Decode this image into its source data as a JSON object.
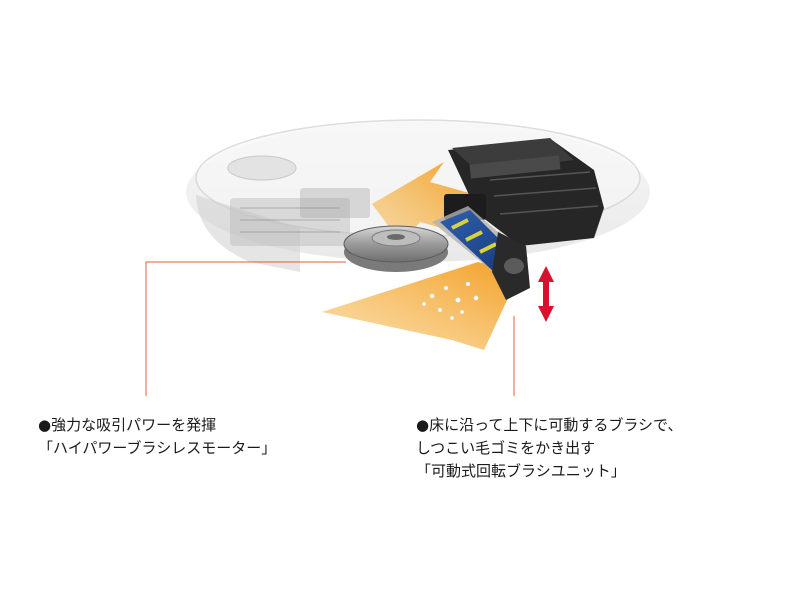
{
  "colors": {
    "airflow": "#f4a92c",
    "leader_line": "#d9623a",
    "motion_arrow": "#d8122e",
    "robot_body": "#e9e9e9"
  },
  "callouts": [
    {
      "lines": [
        "●強力な吸引パワーを発揮",
        "「ハイパワーブラシレスモーター」"
      ]
    },
    {
      "lines": [
        "●床に沿って上下に可動するブラシで、",
        "しつこい毛ゴミをかき出す",
        "「可動式回転ブラシユニット」"
      ]
    }
  ]
}
